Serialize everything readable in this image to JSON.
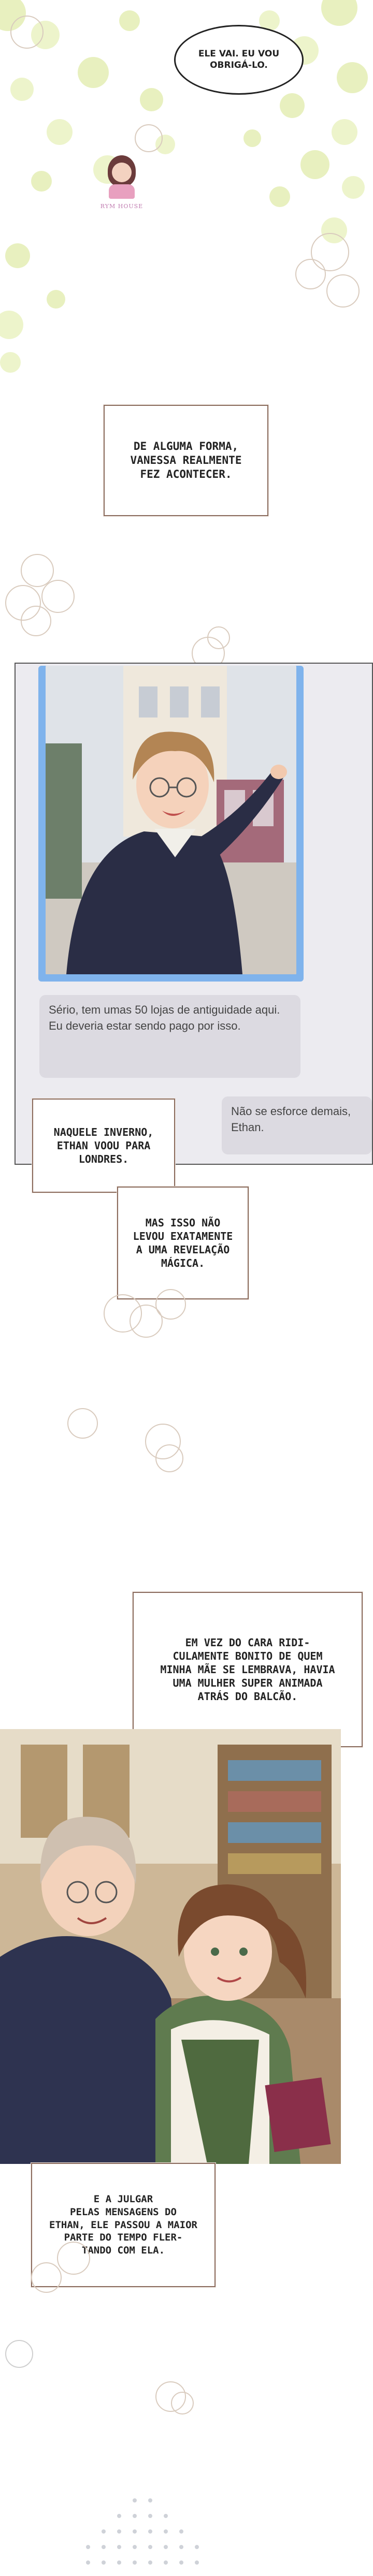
{
  "speech_bubble": {
    "text": "ELE VAI. EU VOU OBRIGÁ-LO."
  },
  "watermark": {
    "text": "RYM HOUSE"
  },
  "captions": [
    {
      "text": "DE ALGUMA FORMA,\nVANESSA REALMENTE\nFEZ ACONTECER."
    },
    {
      "text": "NAQUELE INVERNO,\nETHAN VOOU PARA\nLONDRES."
    },
    {
      "text": "MAS ISSO NÃO\nLEVOU EXATAMENTE\nA UMA REVELAÇÃO\nMÁGICA."
    },
    {
      "text": "EM VEZ DO CARA RIDI-\nCULAMENTE BONITO DE QUEM\nMINHA MÃE SE LEMBRAVA, HAVIA\nUMA MULHER SUPER ANIMADA\nATRÁS DO BALCÃO."
    },
    {
      "text": "E A JULGAR\nPELAS MENSAGENS DO\nETHAN, ELE PASSOU A MAIOR\nPARTE DO TEMPO FLER-\nTANDO COM ELA."
    }
  ],
  "chat": {
    "received": "Sério, tem umas 50 lojas de antiguidade aqui. Eu deveria estar sendo pago por isso.",
    "sent": "Não se esforce demais, Ethan."
  },
  "colors": {
    "bubble_border": "#222222",
    "caption_border": "#8a6b5d",
    "photo_frame": "#7fb3ec",
    "chat_bg": "#ecebf0",
    "message_bg": "#dcdae1"
  }
}
